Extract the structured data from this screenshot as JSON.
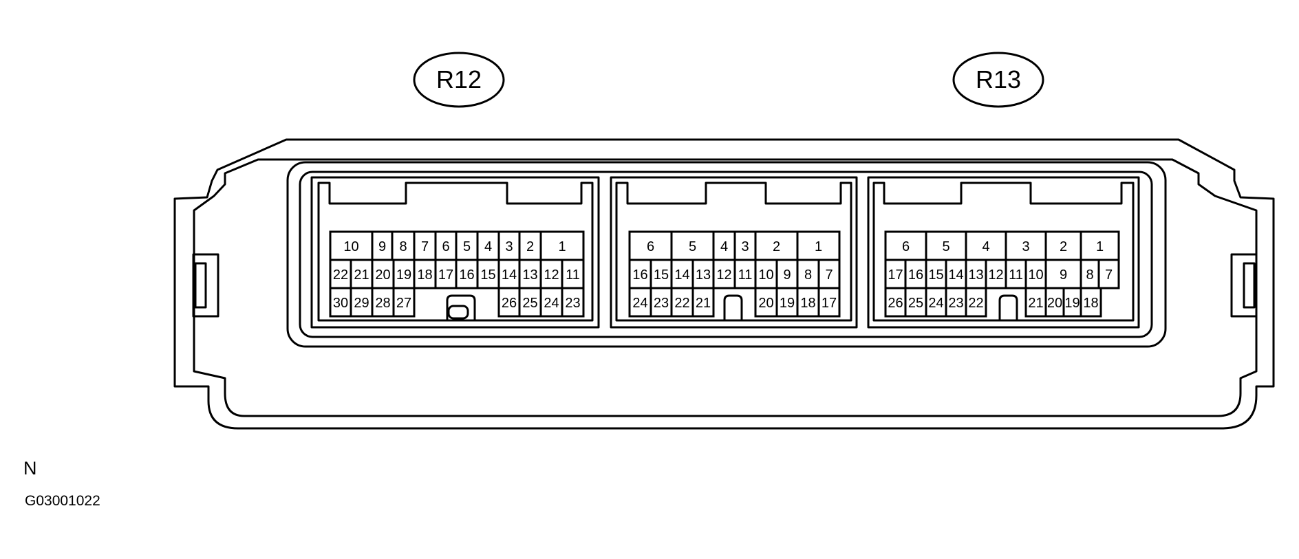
{
  "connectors": [
    {
      "label": "R12",
      "rows": [
        [
          "10",
          "9",
          "8",
          "7",
          "6",
          "5",
          "4",
          "3",
          "2",
          "1"
        ],
        [
          "22",
          "21",
          "20",
          "19",
          "18",
          "17",
          "16",
          "15",
          "14",
          "13",
          "12",
          "11"
        ],
        [
          "30",
          "29",
          "28",
          "27",
          "26",
          "25",
          "24",
          "23"
        ]
      ]
    },
    {
      "label": "",
      "rows": [
        [
          "6",
          "5",
          "4",
          "3",
          "2",
          "1"
        ],
        [
          "16",
          "15",
          "14",
          "13",
          "12",
          "11",
          "10",
          "9",
          "8",
          "7"
        ],
        [
          "24",
          "23",
          "22",
          "21",
          "20",
          "19",
          "18",
          "17"
        ]
      ]
    },
    {
      "label": "R13",
      "rows": [
        [
          "6",
          "5",
          "4",
          "3",
          "2",
          "1"
        ],
        [
          "17",
          "16",
          "15",
          "14",
          "13",
          "12",
          "11",
          "10",
          "9",
          "8",
          "7"
        ],
        [
          "26",
          "25",
          "24",
          "23",
          "22",
          "21",
          "20",
          "19",
          "18"
        ]
      ]
    }
  ],
  "footer": {
    "orientation": "N",
    "figure_code": "G03001022"
  }
}
